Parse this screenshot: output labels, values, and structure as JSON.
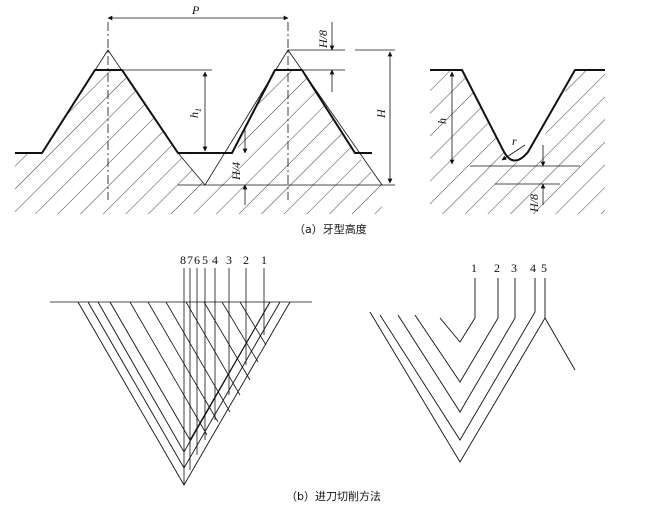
{
  "figure_a": {
    "caption": "（a）牙型高度",
    "labels": {
      "pitch": "P",
      "h_eighth_top": "H/8",
      "h_total": "H",
      "h1": "h",
      "h1_sub": "1",
      "h_quarter": "H/4",
      "h_right": "h",
      "radius": "r",
      "h_eighth_bottom": "H/8"
    }
  },
  "figure_b": {
    "caption": "（b）进刀切削方法",
    "left_pass_numbers": [
      "8",
      "7",
      "6",
      "5",
      "4",
      "3",
      "2",
      "1"
    ],
    "right_pass_numbers": [
      "1",
      "2",
      "3",
      "4",
      "5"
    ]
  }
}
